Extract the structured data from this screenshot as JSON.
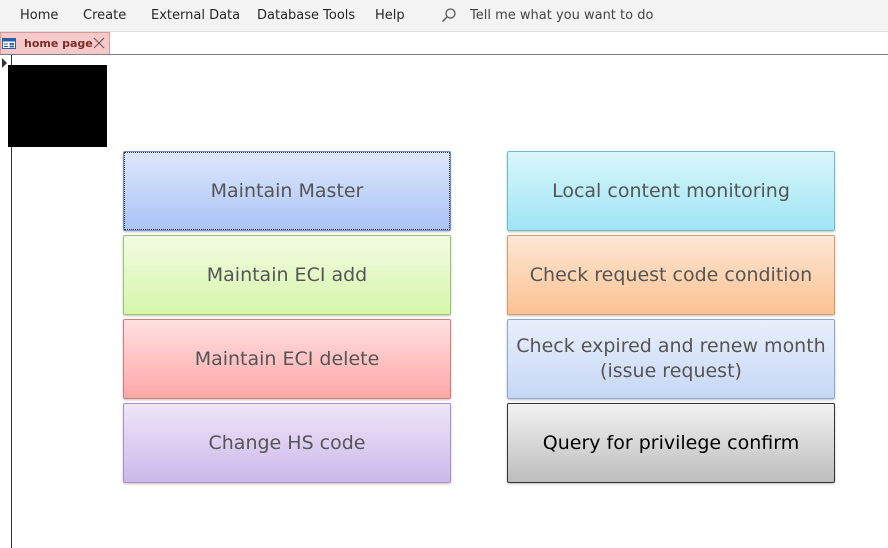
{
  "ribbon": {
    "tabs": [
      "Home",
      "Create",
      "External Data",
      "Database Tools",
      "Help"
    ],
    "tell_me": "Tell me what you want to do"
  },
  "document_tab": {
    "label": "home page"
  },
  "buttons": {
    "maintain_master": "Maintain Master",
    "local_content": "Local content monitoring",
    "maintain_eci_add": "Maintain ECI add",
    "check_request_code": "Check request code condition",
    "maintain_eci_delete": "Maintain ECI delete",
    "check_expired_line1": "Check expired and renew month",
    "check_expired_line2": "(issue request)",
    "change_hs_code": "Change HS code",
    "query_privilege": "Query for privilege confirm"
  },
  "icons": {
    "search": "search-icon",
    "form": "form-icon",
    "close": "close-icon"
  }
}
